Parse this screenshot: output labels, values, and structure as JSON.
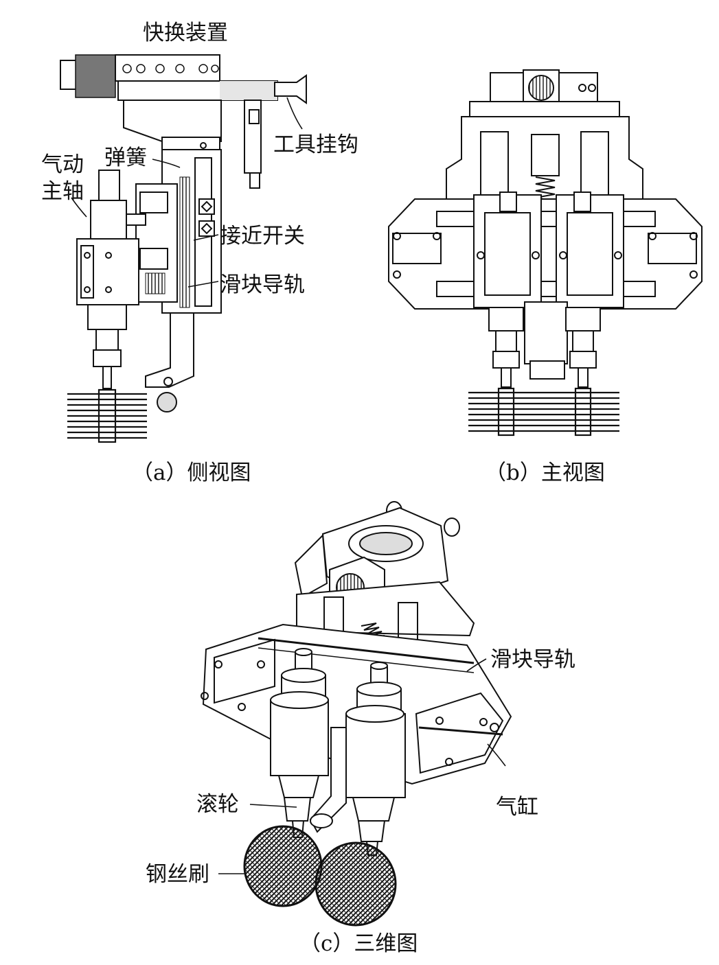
{
  "figure_a": {
    "caption": "（a）侧视图",
    "labels": {
      "quick_change": "快换装置",
      "tool_hook": "工具挂钩",
      "spring": "弹簧",
      "spindle_line1": "气动",
      "spindle_line2": "主轴",
      "proximity_switch": "接近开关",
      "slide_rail": "滑块导轨"
    }
  },
  "figure_b": {
    "caption": "（b）主视图"
  },
  "figure_c": {
    "caption": "（c）三维图",
    "labels": {
      "slide_rail": "滑块导轨",
      "roller": "滚轮",
      "cylinder": "气缸",
      "wire_brush": "钢丝刷"
    }
  },
  "colors": {
    "ink": "#111111",
    "background": "#ffffff",
    "shade": "#9a9a9a"
  }
}
